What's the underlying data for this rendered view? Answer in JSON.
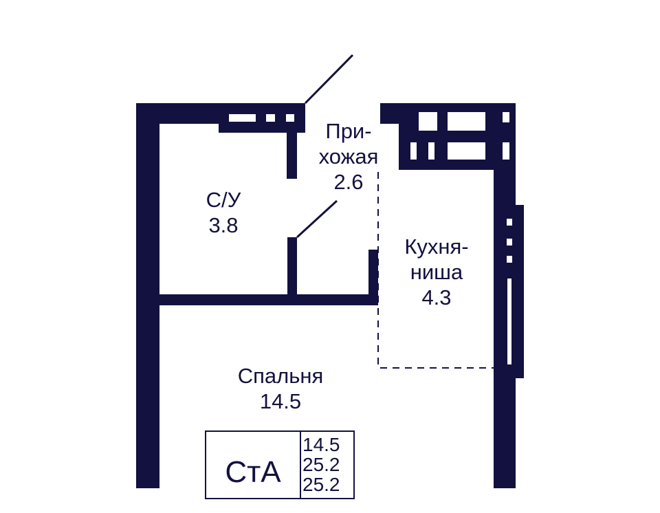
{
  "colors": {
    "wall": "#12113f",
    "background": "#ffffff"
  },
  "rooms": [
    {
      "name": "С/У",
      "area": "3.8"
    },
    {
      "name_line1": "При-",
      "name_line2": "хожая",
      "area": "2.6"
    },
    {
      "name_line1": "Кухня-",
      "name_line2": "ниша",
      "area": "4.3"
    },
    {
      "name": "Спальня",
      "area": "14.5"
    }
  ],
  "legend": {
    "type_code": "СтА",
    "values": [
      "14.5",
      "25.2",
      "25.2"
    ]
  }
}
